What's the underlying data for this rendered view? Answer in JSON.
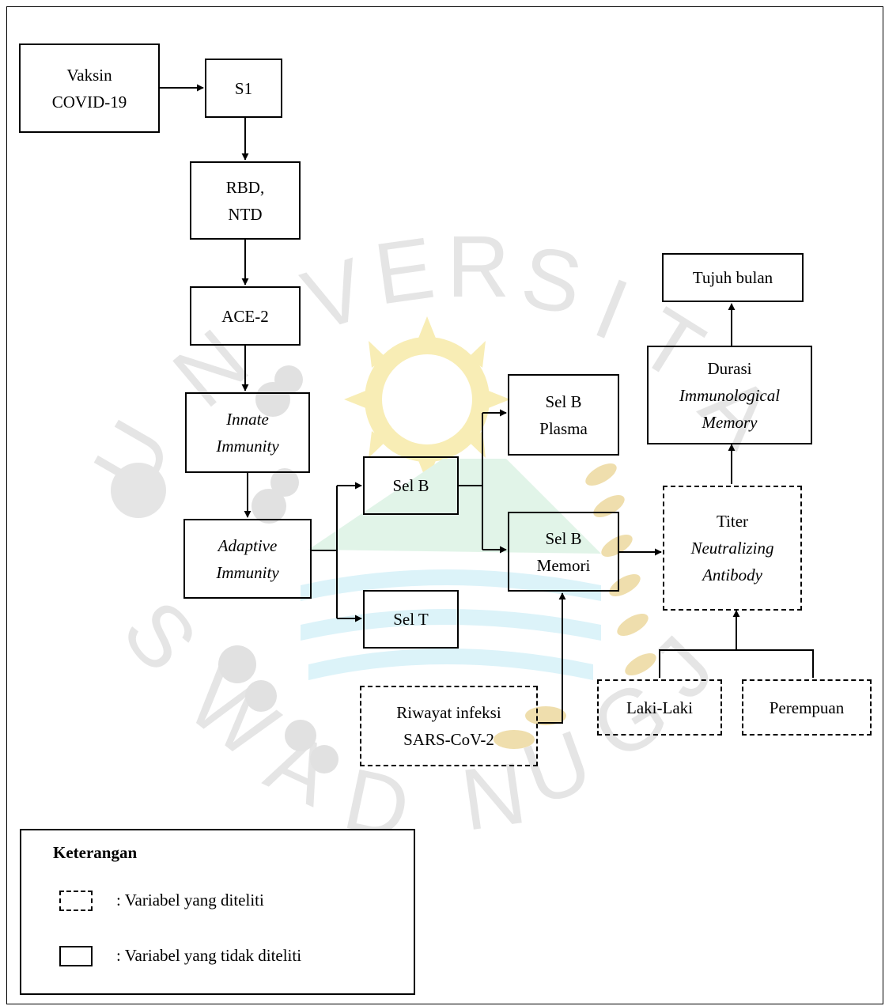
{
  "nodes": {
    "vaksin": [
      "Vaksin",
      "COVID-19"
    ],
    "s1": [
      "S1"
    ],
    "rbd": [
      "RBD,",
      "NTD"
    ],
    "ace2": [
      "ACE-2"
    ],
    "innate": [
      "Innate",
      "Immunity"
    ],
    "adaptive": [
      "Adaptive",
      "Immunity"
    ],
    "selb": [
      "Sel B"
    ],
    "selt": [
      "Sel T"
    ],
    "selb_plasma": [
      "Sel B",
      "Plasma"
    ],
    "selb_memori": [
      "Sel B",
      "Memori"
    ],
    "riwayat": [
      "Riwayat infeksi",
      "SARS-CoV-2"
    ],
    "titer": [
      "Titer",
      "Neutralizing",
      "Antibody"
    ],
    "durasi": [
      "Durasi",
      "Immunological",
      "Memory"
    ],
    "tujuh": [
      "Tujuh bulan"
    ],
    "laki": [
      "Laki-Laki"
    ],
    "perempuan": [
      "Perempuan"
    ]
  },
  "legend": {
    "title": "Keterangan",
    "dashed_label": ": Variabel yang diteliti",
    "solid_label": ": Variabel yang tidak diteliti"
  },
  "watermark": {
    "text": "UNIVERSITAS SWADAYA GUNUNG JATI",
    "colors": {
      "sun": "#f2df79",
      "mountain": "#c9ecd6",
      "water": "#bfe9f5",
      "ring": "#d8d8d8",
      "leaf": "#e2c46a"
    }
  }
}
